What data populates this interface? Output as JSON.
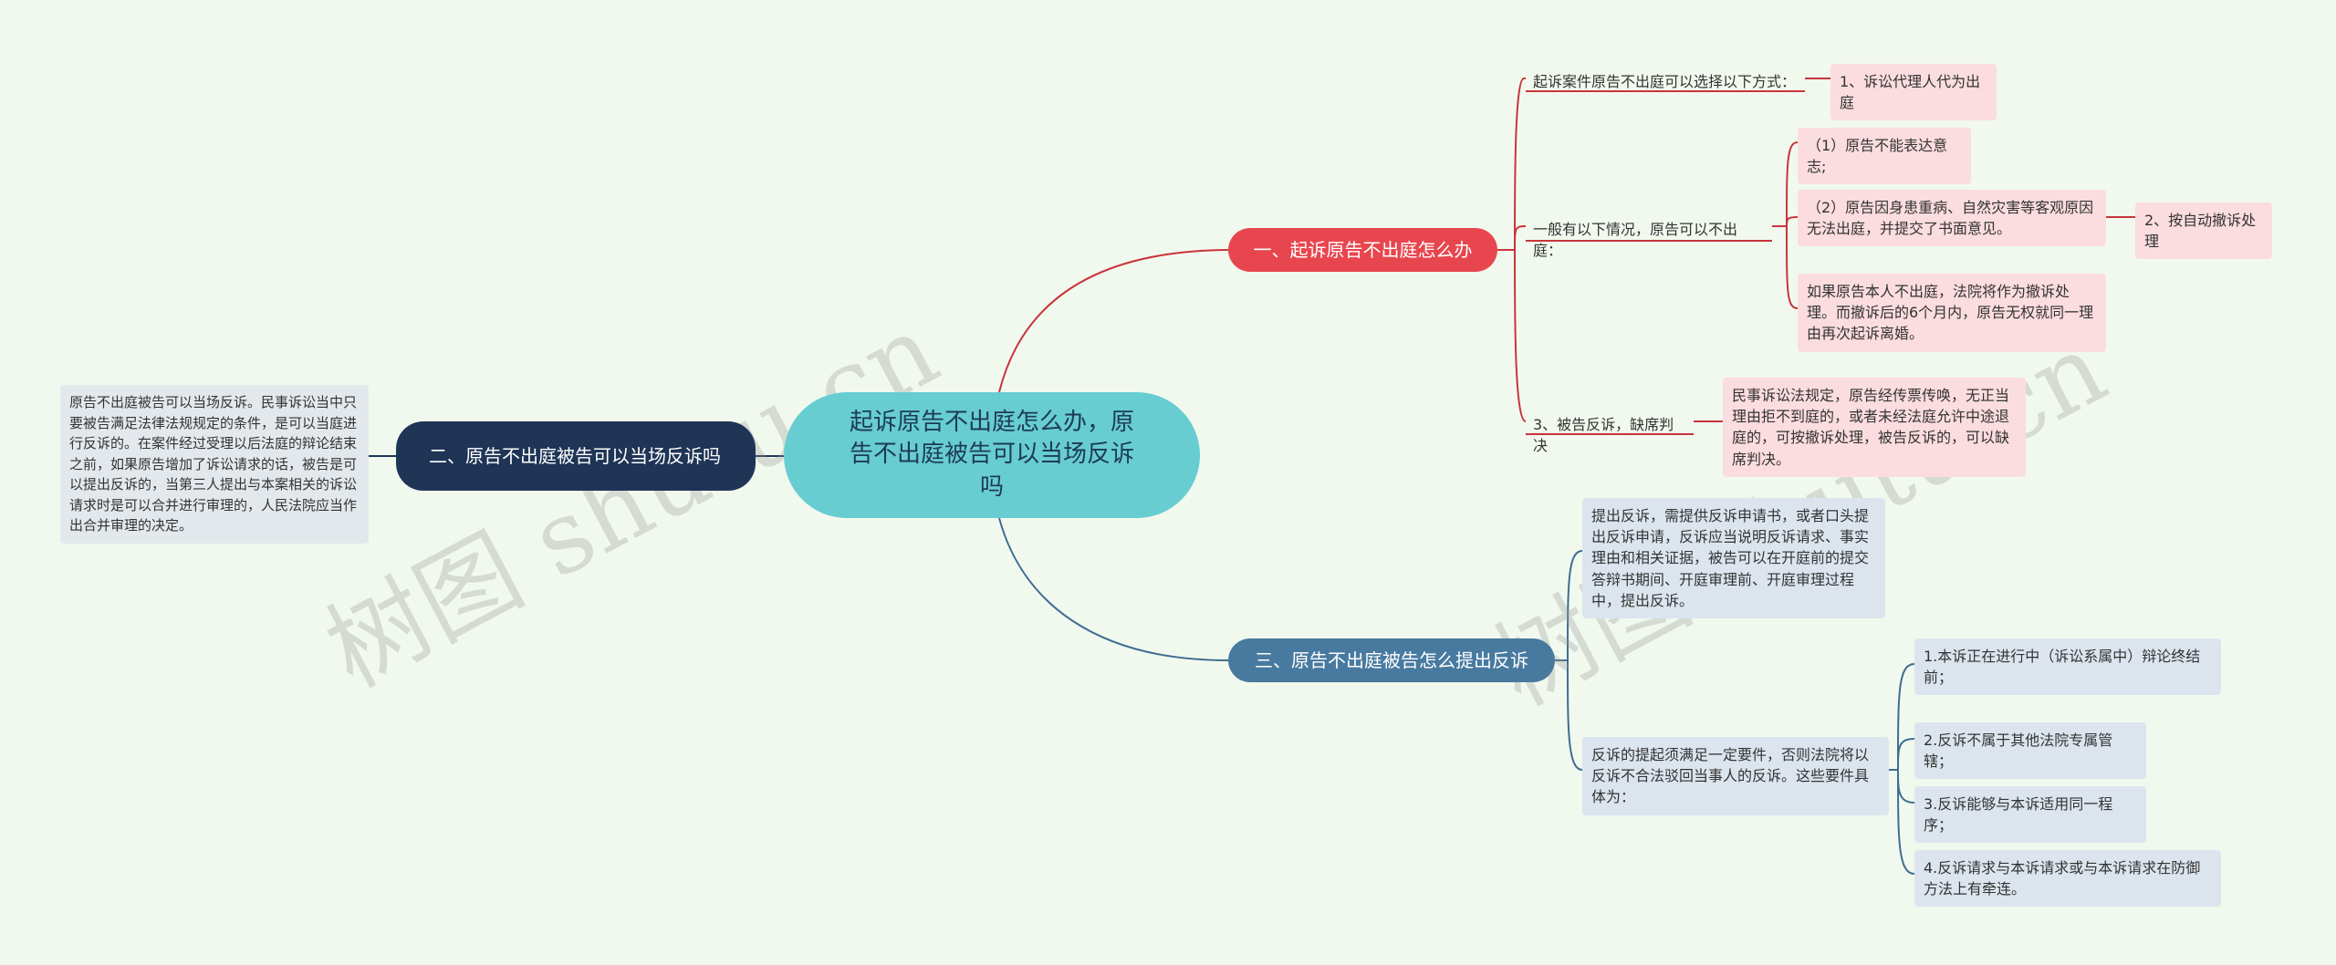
{
  "central": {
    "text": "起诉原告不出庭怎么办，原告不出庭被告可以当场反诉吗"
  },
  "branch1": {
    "title": "一、起诉原告不出庭怎么办",
    "item1": {
      "label": "起诉案件原告不出庭可以选择以下方式：",
      "child": "1、诉讼代理人代为出庭"
    },
    "item2": {
      "label": "一般有以下情况，原告可以不出庭：",
      "child1": "（1）原告不能表达意志;",
      "child2": "（2）原告因身患重病、自然灾害等客观原因无法出庭，并提交了书面意见。",
      "child2_extra": "2、按自动撤诉处理",
      "child3": "如果原告本人不出庭，法院将作为撤诉处理。而撤诉后的6个月内，原告无权就同一理由再次起诉离婚。"
    },
    "item3": {
      "label": "3、被告反诉，缺席判决",
      "child": "民事诉讼法规定，原告经传票传唤，无正当理由拒不到庭的，或者未经法庭允许中途退庭的，可按撤诉处理，被告反诉的，可以缺席判决。"
    }
  },
  "branch2": {
    "title": "二、原告不出庭被告可以当场反诉吗",
    "detail": "原告不出庭被告可以当场反诉。民事诉讼当中只要被告满足法律法规规定的条件，是可以当庭进行反诉的。在案件经过受理以后法庭的辩论结束之前，如果原告增加了诉讼请求的话，被告是可以提出反诉的，当第三人提出与本案相关的诉讼请求时是可以合并进行审理的，人民法院应当作出合并审理的决定。"
  },
  "branch3": {
    "title": "三、原告不出庭被告怎么提出反诉",
    "item1": "提出反诉，需提供反诉申请书，或者口头提出反诉申请，反诉应当说明反诉请求、事实理由和相关证据，被告可以在开庭前的提交答辩书期间、开庭审理前、开庭审理过程中，提出反诉。",
    "item2": {
      "label": "反诉的提起须满足一定要件，否则法院将以反诉不合法驳回当事人的反诉。这些要件具体为：",
      "req1": "1.本诉正在进行中（诉讼系属中）辩论终结前；",
      "req2": "2.反诉不属于其他法院专属管辖；",
      "req3": "3.反诉能够与本诉适用同一程序；",
      "req4": "4.反诉请求与本诉请求或与本诉请求在防御方法上有牵连。"
    }
  },
  "watermark": "树图 shutu.cn",
  "colors": {
    "background": "#f1f9ee",
    "central": "#67cdd1",
    "branch1": "#e8464e",
    "branch2": "#1f3556",
    "branch3": "#487aa0"
  }
}
